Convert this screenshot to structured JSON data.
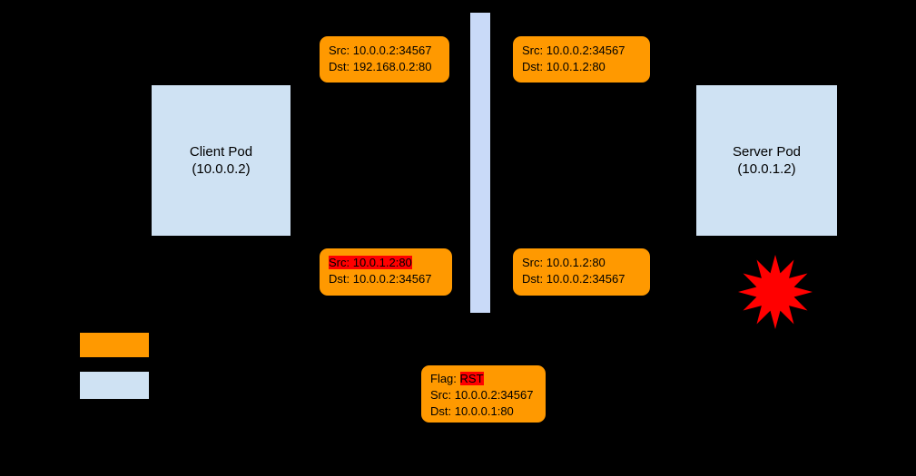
{
  "colors": {
    "background": "#000000",
    "pod_fill": "#cfe2f3",
    "divider_fill": "#c9daf8",
    "packet_fill": "#ff9900",
    "highlight_fill": "#ff0000",
    "burst_fill": "#ff0000",
    "text": "#000000"
  },
  "pods": {
    "client": {
      "title": "Client Pod",
      "ip": "(10.0.0.2)"
    },
    "server": {
      "title": "Server Pod",
      "ip": "(10.0.1.2)"
    }
  },
  "packets": {
    "top_left": {
      "src": "Src: 10.0.0.2:34567",
      "dst": "Dst: 192.168.0.2:80"
    },
    "top_right": {
      "src": "Src: 10.0.0.2:34567",
      "dst": "Dst: 10.0.1.2:80"
    },
    "bottom_left": {
      "src": "Src: 10.0.1.2:80",
      "dst": "Dst: 10.0.0.2:34567",
      "src_highlighted": true
    },
    "bottom_right": {
      "src": "Src: 10.0.1.2:80",
      "dst": "Dst: 10.0.0.2:34567"
    },
    "rst": {
      "flag_label": "Flag: ",
      "flag_value": "RST",
      "src": "Src: 10.0.0.2:34567",
      "dst": "Dst: 10.0.0.1:80"
    }
  },
  "icons": {
    "burst": "explosion-burst-icon"
  }
}
